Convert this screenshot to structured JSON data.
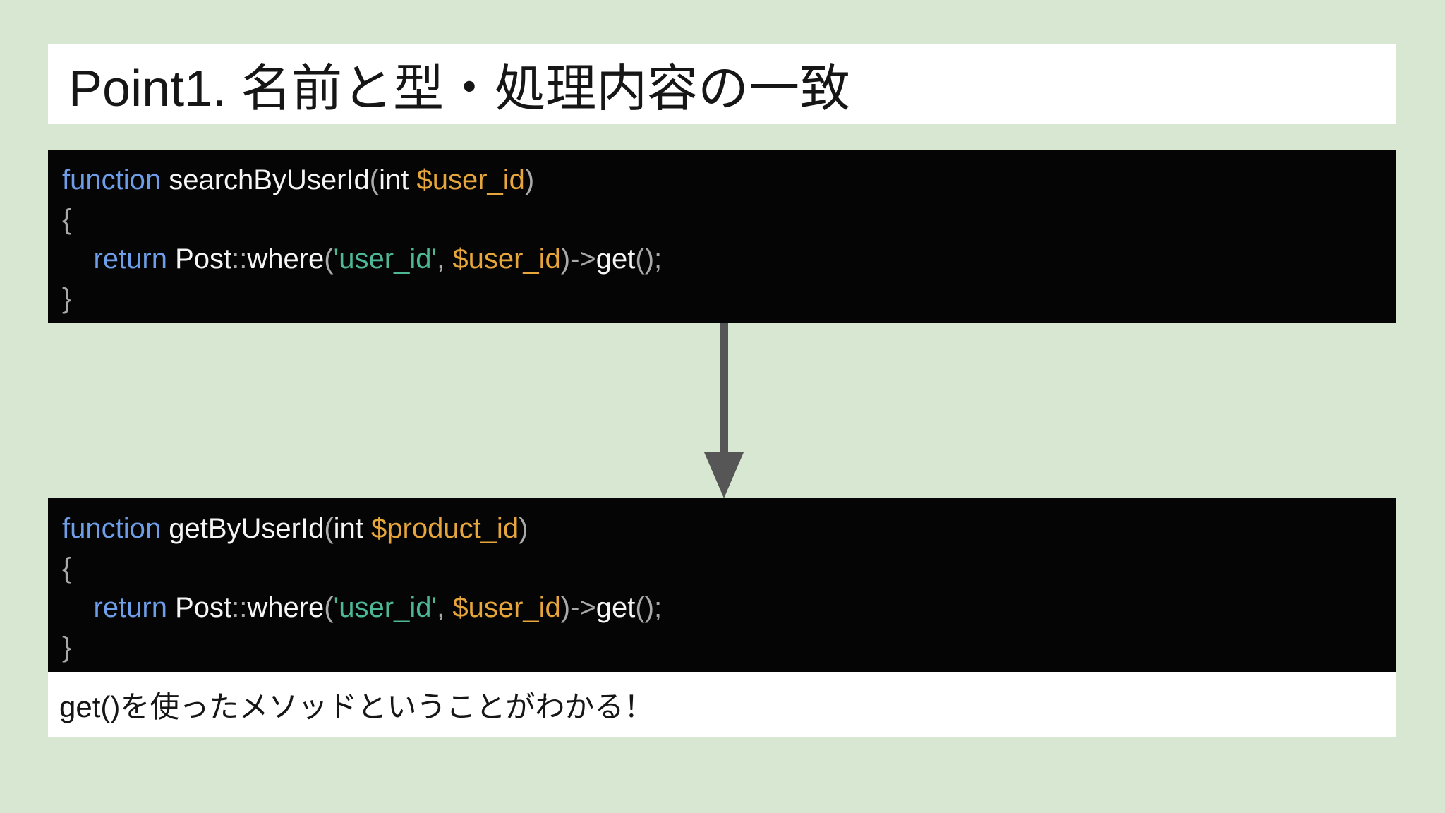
{
  "page": {
    "title": "Point1. 名前と型・処理内容の一致",
    "caption": "get()を使ったメソッドということがわかる！"
  },
  "colors": {
    "bg": "#d8e7d1",
    "panel": "#ffffff",
    "code_bg": "#050505",
    "text": "#161616",
    "kw": "#6e9ee8",
    "pl": "#f5f5f5",
    "va": "#e7a63b",
    "st": "#4eb795",
    "pu": "#a9a9a9",
    "arrow": "#565656"
  },
  "code_blocks": [
    {
      "lines": [
        {
          "tokens": [
            {
              "t": "function ",
              "c": "kw"
            },
            {
              "t": "searchByUserId",
              "c": "pl"
            },
            {
              "t": "(",
              "c": "pu"
            },
            {
              "t": "int ",
              "c": "pl"
            },
            {
              "t": "$user_id",
              "c": "va"
            },
            {
              "t": ")",
              "c": "pu"
            }
          ]
        },
        {
          "tokens": [
            {
              "t": "{",
              "c": "pu"
            }
          ]
        },
        {
          "tokens": [
            {
              "t": "    ",
              "c": "pl"
            },
            {
              "t": "return ",
              "c": "kw"
            },
            {
              "t": "Post",
              "c": "pl"
            },
            {
              "t": "::",
              "c": "pu"
            },
            {
              "t": "where",
              "c": "pl"
            },
            {
              "t": "(",
              "c": "pu"
            },
            {
              "t": "'user_id'",
              "c": "st"
            },
            {
              "t": ", ",
              "c": "pu"
            },
            {
              "t": "$user_id",
              "c": "va"
            },
            {
              "t": ")->",
              "c": "pu"
            },
            {
              "t": "get",
              "c": "pl"
            },
            {
              "t": "();",
              "c": "pu"
            }
          ]
        },
        {
          "tokens": [
            {
              "t": "}",
              "c": "pu"
            }
          ]
        }
      ]
    },
    {
      "lines": [
        {
          "tokens": [
            {
              "t": "function ",
              "c": "kw"
            },
            {
              "t": "getByUserId",
              "c": "pl"
            },
            {
              "t": "(",
              "c": "pu"
            },
            {
              "t": "int ",
              "c": "pl"
            },
            {
              "t": "$product_id",
              "c": "va"
            },
            {
              "t": ")",
              "c": "pu"
            }
          ]
        },
        {
          "tokens": [
            {
              "t": "{",
              "c": "pu"
            }
          ]
        },
        {
          "tokens": [
            {
              "t": "    ",
              "c": "pl"
            },
            {
              "t": "return ",
              "c": "kw"
            },
            {
              "t": "Post",
              "c": "pl"
            },
            {
              "t": "::",
              "c": "pu"
            },
            {
              "t": "where",
              "c": "pl"
            },
            {
              "t": "(",
              "c": "pu"
            },
            {
              "t": "'user_id'",
              "c": "st"
            },
            {
              "t": ", ",
              "c": "pu"
            },
            {
              "t": "$user_id",
              "c": "va"
            },
            {
              "t": ")->",
              "c": "pu"
            },
            {
              "t": "get",
              "c": "pl"
            },
            {
              "t": "();",
              "c": "pu"
            }
          ]
        },
        {
          "tokens": [
            {
              "t": "}",
              "c": "pu"
            }
          ]
        }
      ]
    }
  ]
}
